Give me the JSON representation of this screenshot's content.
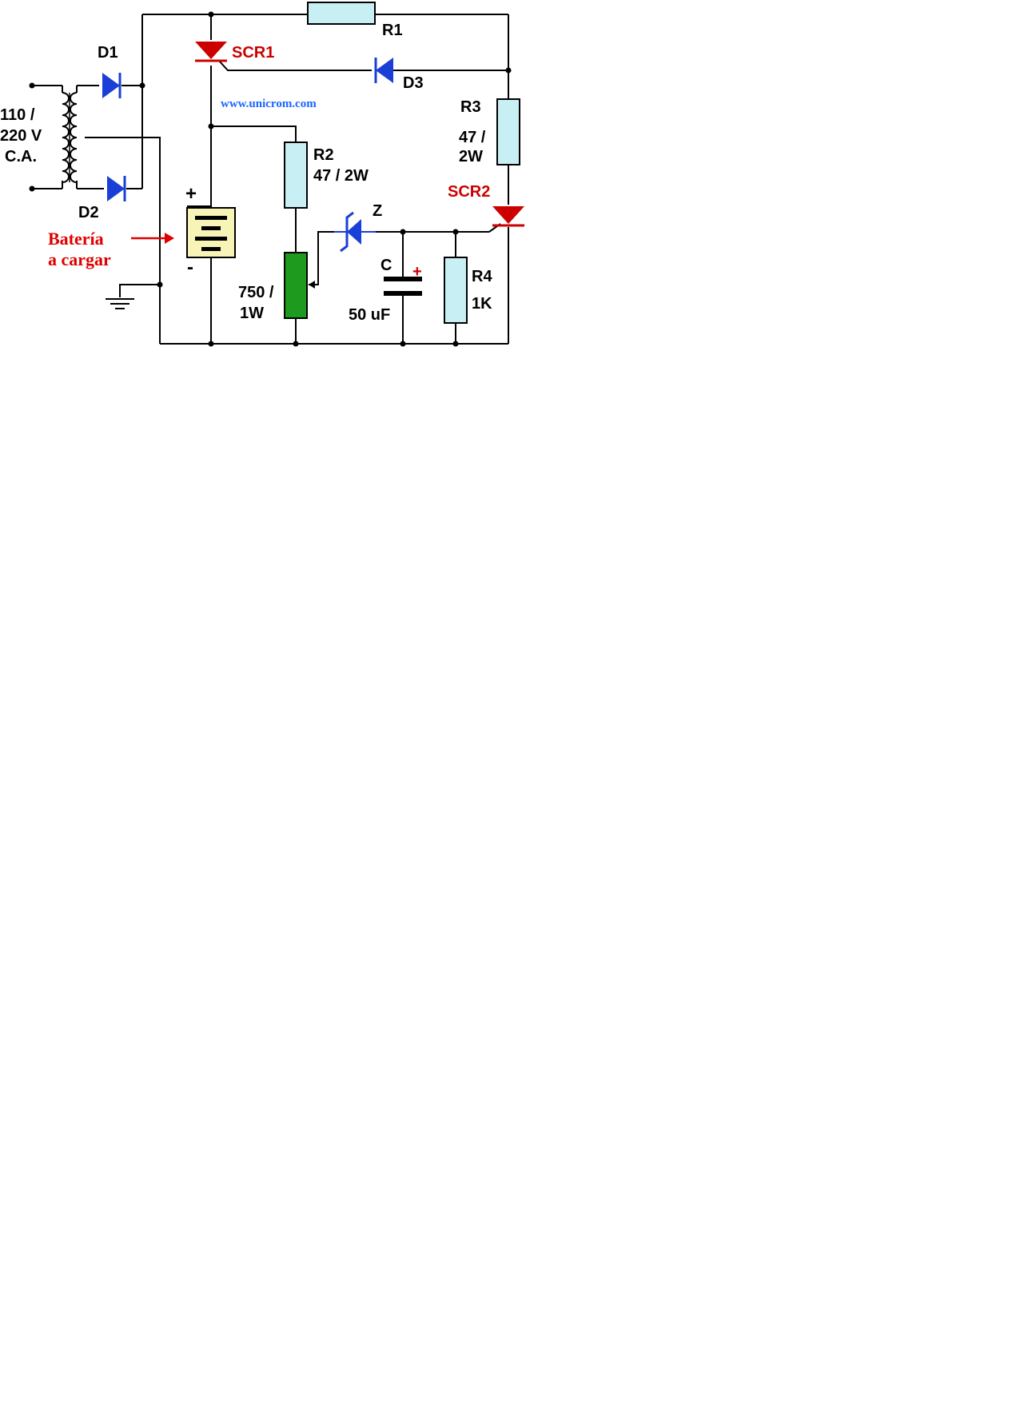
{
  "labels": {
    "d1": "D1",
    "d2": "D2",
    "d3": "D3",
    "scr1": "SCR1",
    "scr2": "SCR2",
    "r1": "R1",
    "r2": "R2",
    "r2_value": "47 / 2W",
    "r3": "R3",
    "r3_value_1": "47 /",
    "r3_value_2": "2W",
    "r4": "R4",
    "r4_value": "1K",
    "pot_value_1": "750 /",
    "pot_value_2": "1W",
    "c": "C",
    "c_value": "50 uF",
    "c_plus": "+",
    "z": "Z",
    "input_line_1": "110 /",
    "input_line_2": "220 V",
    "input_line_3": "C.A.",
    "battery_plus": "+",
    "battery_minus": "-",
    "battery_line_1": "Batería",
    "battery_line_2": "a cargar",
    "website": "www.unicrom.com"
  },
  "colors": {
    "wire": "#000000",
    "diode": "#1a3fd6",
    "scr": "#cc0000",
    "resistor_fill": "#c8f0f4",
    "pot_fill": "#1e9a1e",
    "battery_fill": "#f8f4b8",
    "capacitor": "#000000"
  }
}
